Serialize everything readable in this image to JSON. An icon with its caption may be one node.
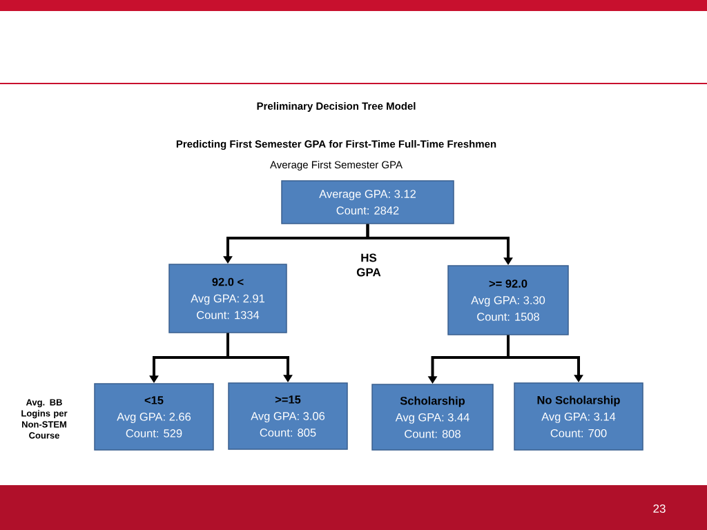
{
  "diagram": {
    "title": "Preliminary Decision Tree Model",
    "nodes": [
      {
        "text": [
          "Average GPA: 3.12",
          "Count: 2842"
        ]
      },
      {
        "text": [
          "92.0 <",
          "Avg GPA: 2.91",
          "Count: 1334"
        ]
      },
      {
        "text": [
          ">= 92.0",
          "Avg GPA: 3.30",
          "Count: 1508"
        ]
      },
      {
        "text": [
          "<15",
          "Avg GPA: 2.66",
          "Count: 529"
        ]
      },
      {
        "text": [
          ">=15",
          "Avg GPA: 3.06",
          "Count: 805"
        ]
      },
      {
        "text": [
          "Scholarship",
          "Avg GPA: 3.44",
          "Count: 808"
        ]
      },
      {
        "text": [
          "No Scholarship",
          "Avg GPA: 3.14",
          "Count: 700"
        ]
      }
    ],
    "edges": [
      {
        "from": 0,
        "to": 1,
        "arrow": "to"
      },
      {
        "from": 0,
        "to": 2,
        "arrow": "to"
      },
      {
        "from": 1,
        "to": 3,
        "arrow": "to"
      },
      {
        "from": 1,
        "to": 4,
        "arrow": "to"
      },
      {
        "from": 2,
        "to": 5,
        "arrow": "to"
      },
      {
        "from": 2,
        "to": 6,
        "arrow": "to"
      }
    ],
    "labels": [
      "Predicting First Semester GPA for First-Time Full-Time Freshmen",
      "Average First Semester GPA",
      "HS GPA",
      "Avg. BB Logins per Non-STEM Course",
      "23"
    ]
  }
}
